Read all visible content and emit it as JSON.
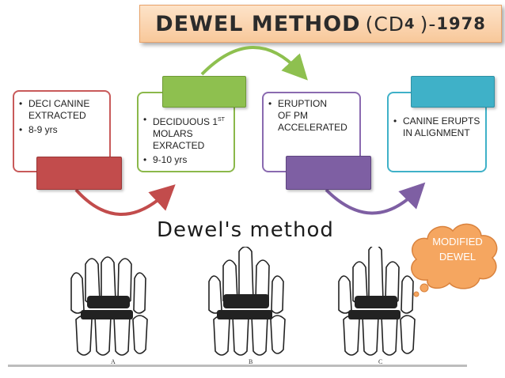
{
  "title": {
    "main": "DEWEL METHOD",
    "open": "(CD",
    "sub": "4",
    "close": ")-",
    "year": "1978"
  },
  "steps": [
    {
      "bullets": [
        "DECI CANINE EXTRACTED",
        "8-9 yrs"
      ],
      "color": "#c24c4c"
    },
    {
      "bullets": [
        "DECIDUOUS 1",
        "MOLARS EXRACTED",
        "9-10 yrs"
      ],
      "superscript": "ST",
      "color": "#8ec04f"
    },
    {
      "bullets": [
        "ERUPTION OF PM ACCELERATED"
      ],
      "color": "#7e5fa3"
    },
    {
      "bullets": [
        "CANINE ERUPTS IN ALIGNMENT"
      ],
      "color": "#3fb1c8"
    }
  ],
  "figure_label": "Dewel's method",
  "callout": {
    "line1": "MODIFIED",
    "line2": "DEWEL",
    "color": "#f5a660"
  },
  "panel_letters": [
    "A",
    "B",
    "C"
  ]
}
